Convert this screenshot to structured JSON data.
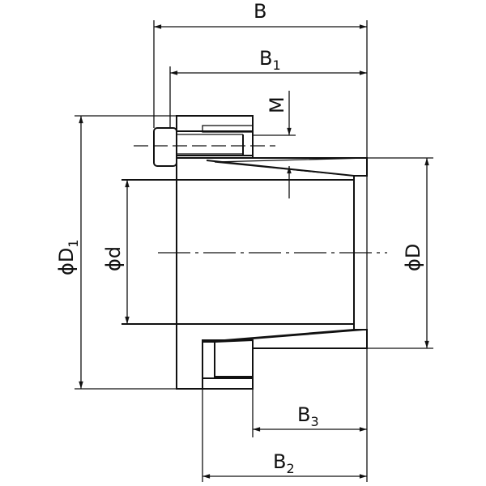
{
  "labels": {
    "B": "B",
    "B1": "B",
    "B1_sub": "1",
    "B2": "B",
    "B2_sub": "2",
    "B3": "B",
    "B3_sub": "3",
    "M": "M",
    "D1": "ϕD",
    "D1_sub": "1",
    "d": "ϕd",
    "D": "ϕD"
  },
  "colors": {
    "line": "#111111",
    "background": "#ffffff"
  }
}
